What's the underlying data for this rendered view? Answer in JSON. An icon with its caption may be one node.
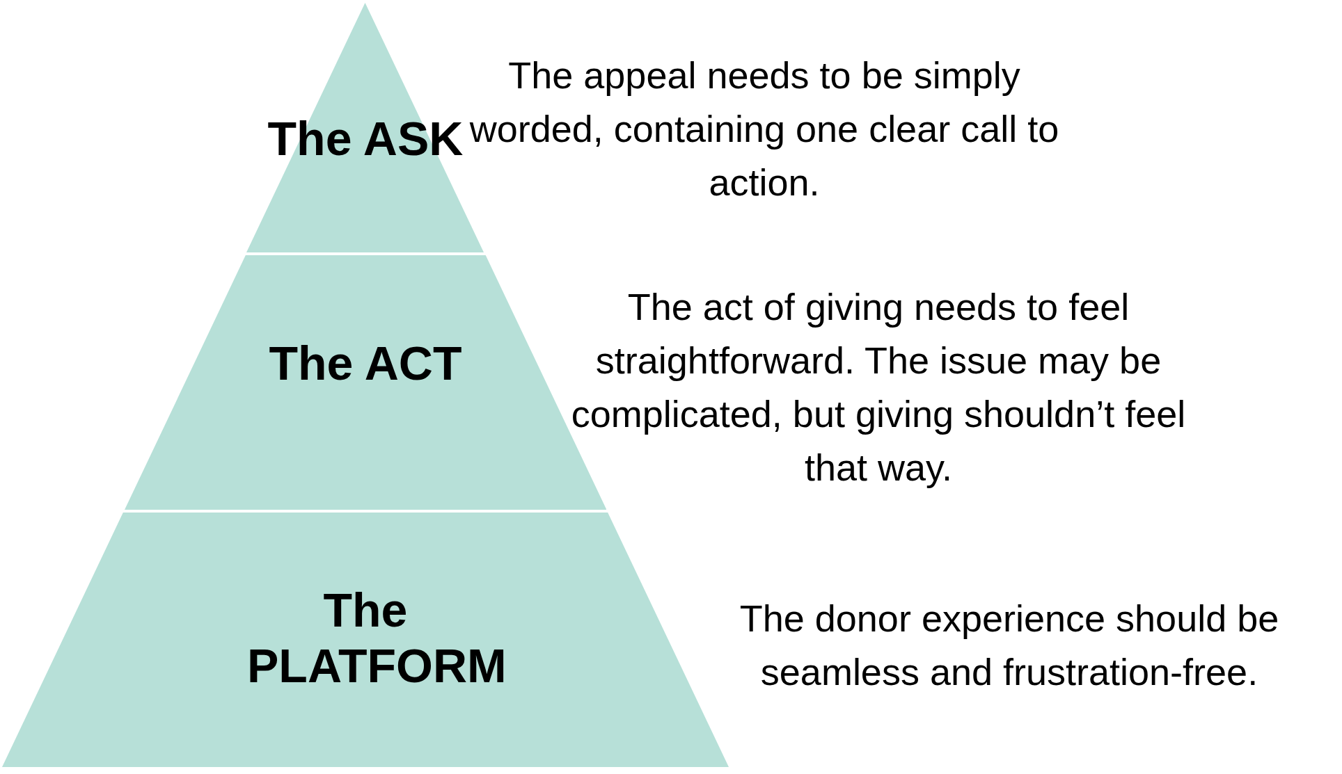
{
  "diagram": {
    "nodes": [
      {
        "text": [
          "The ASK"
        ],
        "beside": [
          "The appeal needs to be simply worded, containing one clear call to action."
        ]
      },
      {
        "text": [
          "The ACT"
        ],
        "beside": [
          "The act of giving needs to feel straightforward. The issue may be complicated, but giving shouldn’t feel that way."
        ]
      },
      {
        "text": [
          "The PLATFORM"
        ],
        "beside": [
          "The donor experience should be seamless and frustration-free."
        ]
      }
    ]
  }
}
